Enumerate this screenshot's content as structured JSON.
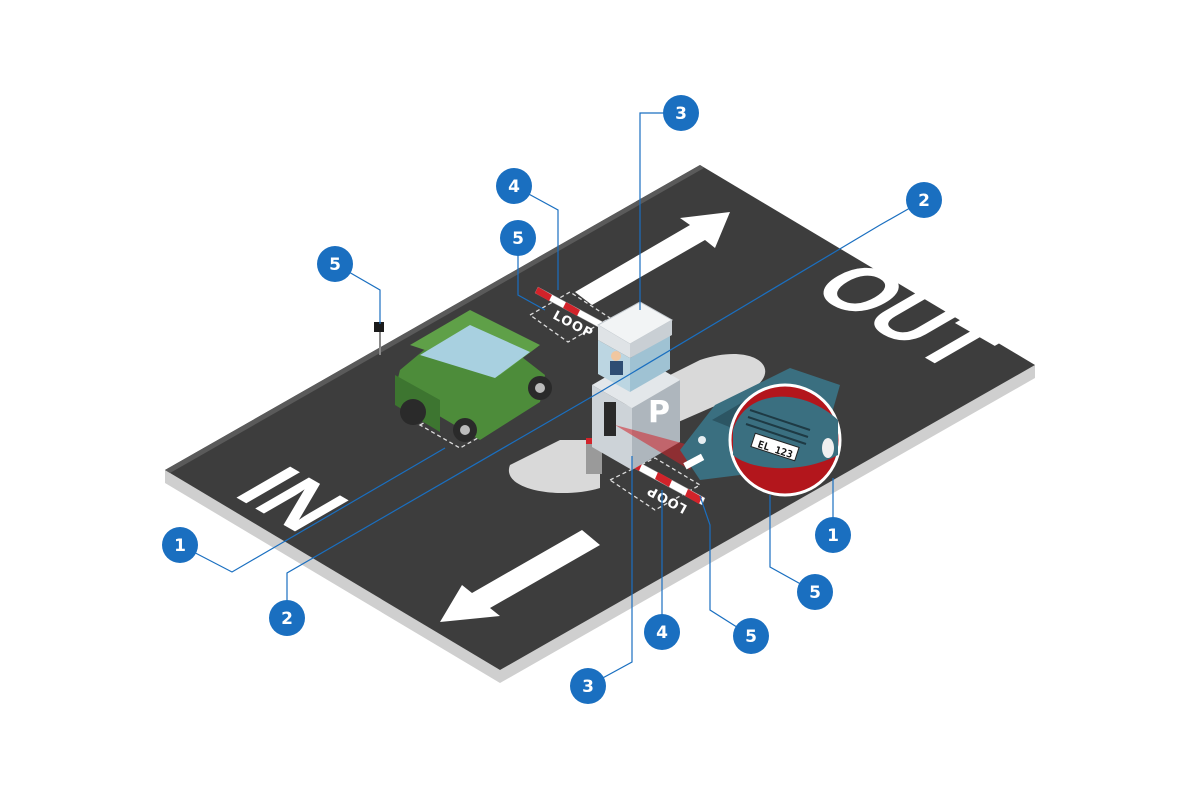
{
  "road": {
    "in_label": "IN",
    "out_label": "OUT",
    "loop_label": "LOOP",
    "parking_label": "P",
    "plate_text": "EL 123"
  },
  "callouts": [
    {
      "id": "callout-1-left",
      "label": "1"
    },
    {
      "id": "callout-1-right",
      "label": "1"
    },
    {
      "id": "callout-2-top",
      "label": "2"
    },
    {
      "id": "callout-2-bottom",
      "label": "2"
    },
    {
      "id": "callout-3-top",
      "label": "3"
    },
    {
      "id": "callout-3-bottom",
      "label": "3"
    },
    {
      "id": "callout-4-top",
      "label": "4"
    },
    {
      "id": "callout-4-bottom",
      "label": "4"
    },
    {
      "id": "callout-5-pole",
      "label": "5"
    },
    {
      "id": "callout-5-loop-top",
      "label": "5"
    },
    {
      "id": "callout-5-loop-bottom",
      "label": "5"
    },
    {
      "id": "callout-5-magnifier",
      "label": "5"
    }
  ],
  "colors": {
    "asphalt": "#3d3d3d",
    "curb": "#d6d6d6",
    "island": "#d9d9d9",
    "callout": "#1a6fc0",
    "green_car": "#4d8c3a",
    "teal_car": "#3a6f80",
    "barrier_red": "#d2232a",
    "magnifier_red": "#b3161c"
  }
}
